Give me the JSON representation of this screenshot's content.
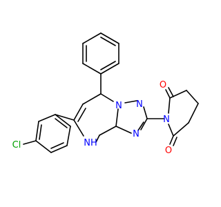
{
  "molecule": {
    "atom_labels": {
      "cl": "Cl",
      "nh": "NH",
      "n_ring_upper": "N",
      "n_ring_mid": "N",
      "n_ring_lower": "N",
      "n_imide": "N",
      "o_top": "O",
      "o_bottom": "O"
    },
    "colors": {
      "bond": "#000000",
      "nitrogen": "#0000ff",
      "oxygen": "#ff0000",
      "chlorine": "#00a000"
    }
  }
}
